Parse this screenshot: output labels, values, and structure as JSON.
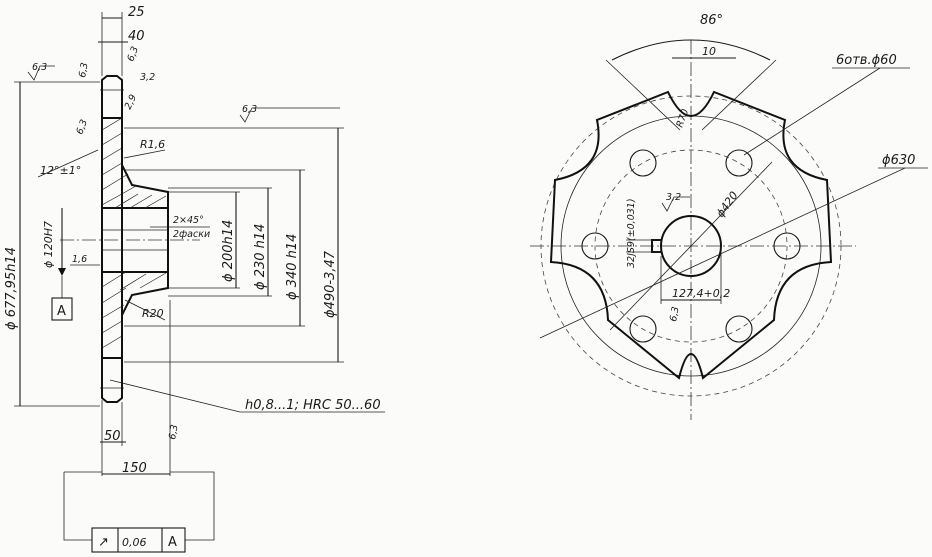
{
  "section_view": {
    "dims": {
      "d25": "25",
      "d40": "40",
      "r63a": "6,3",
      "r63b": "6,3",
      "r63c": "6,3",
      "r63d": "6,3",
      "r63e": "6,3",
      "r32": "3,2",
      "r29": "2,9",
      "angle": "12°±1°",
      "r16": "R1,6",
      "chamfer": "2×45°",
      "chamfer_note": "2фаски",
      "bore": "ϕ 120H7",
      "r16b": "1,6",
      "d_outer": "ϕ 677,95h14",
      "d200": "ϕ 200h14",
      "d230": "ϕ 230 h14",
      "d340": "ϕ 340 h14",
      "d490": "ϕ490-3,47",
      "r20": "R20",
      "hardness": "h0,8...1; HRC 50...60",
      "d50": "50",
      "d150": "150",
      "r63f": "6,3"
    },
    "datum_label": "A",
    "tolerance_frame": {
      "symbol": "↗",
      "value": "0,06",
      "datum": "A"
    }
  },
  "front_view": {
    "angle": "86°",
    "width": "10",
    "holes": "6отв.ϕ60",
    "d630": "ϕ630",
    "radius": "R70",
    "d420": "ϕ420",
    "keyway_width": "32JS9(±0,031)",
    "keyway_depth": "127,4+0,2",
    "r32": "3,2",
    "r63": "6,3"
  },
  "colors": {
    "line": "#1a1a1a",
    "paper": "#fbfbf9"
  }
}
